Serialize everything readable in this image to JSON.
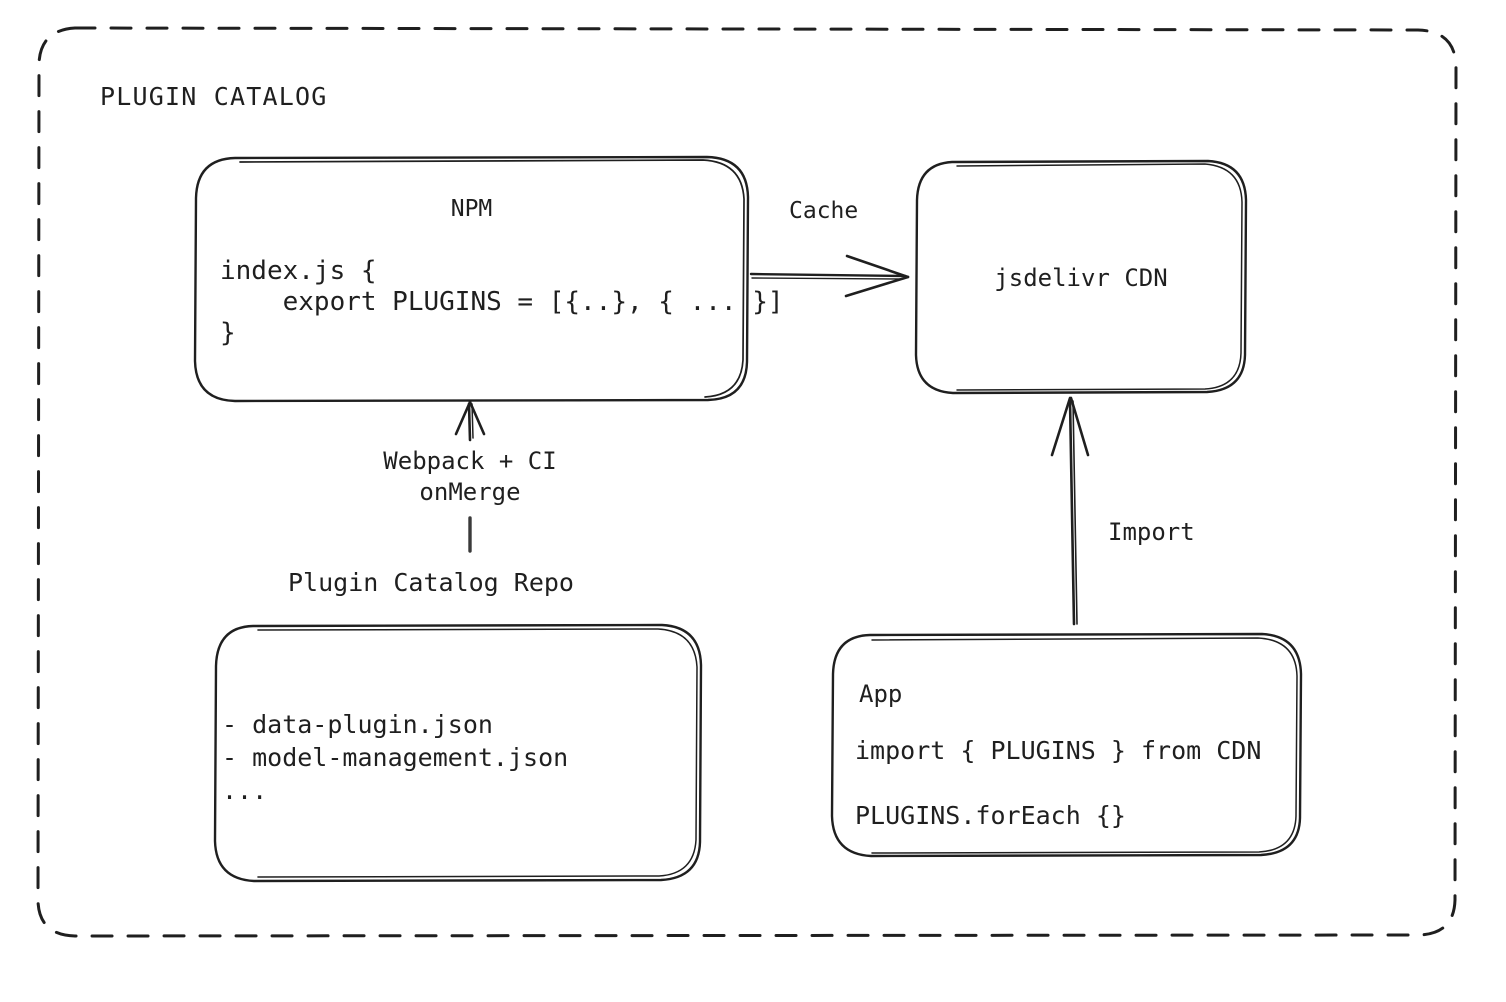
{
  "diagram": {
    "container": {
      "title": "PLUGIN CATALOG",
      "border_style": "dashed",
      "stroke_color": "#1f1f1f"
    },
    "nodes": [
      {
        "id": "npm",
        "title": "NPM",
        "code_lines": [
          "index.js {",
          "    export PLUGINS = [{..}, { ... }]",
          "}"
        ]
      },
      {
        "id": "cdn",
        "label": "jsdelivr CDN"
      },
      {
        "id": "repo",
        "caption": "Plugin Catalog Repo",
        "lines": [
          "- data-plugin.json",
          "- model-management.json",
          "..."
        ]
      },
      {
        "id": "app",
        "title": "App",
        "code_lines": [
          "import { PLUGINS } from CDN",
          "PLUGINS.forEach {}"
        ]
      }
    ],
    "edges": [
      {
        "id": "npm-to-cdn",
        "label": "Cache",
        "from": "npm",
        "to": "cdn",
        "direction": "right"
      },
      {
        "id": "repo-to-npm",
        "label_lines": [
          "Webpack + CI",
          "onMerge"
        ],
        "from": "repo",
        "to": "npm",
        "direction": "up"
      },
      {
        "id": "app-to-cdn",
        "label": "Import",
        "from": "app",
        "to": "cdn",
        "direction": "up"
      }
    ]
  },
  "colors": {
    "background": "#ffffff",
    "stroke": "#1f1f1f",
    "text": "#1f1f1f"
  }
}
